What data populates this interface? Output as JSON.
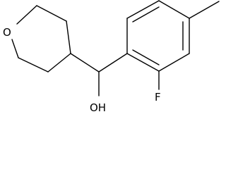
{
  "molecule": {
    "atoms": {
      "ring_oxygen": "O",
      "fluorine": "F",
      "hydroxyl": "OH"
    },
    "line_color": "#000000",
    "background_color": "#ffffff"
  }
}
